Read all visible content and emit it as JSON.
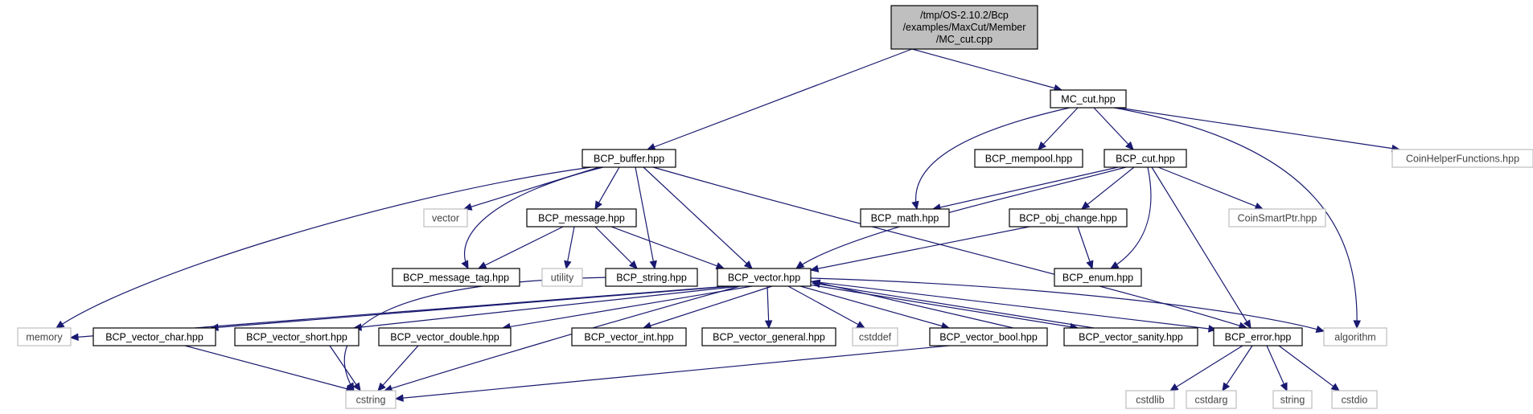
{
  "diagram": {
    "root_lines": [
      "/tmp/OS-2.10.2/Bcp",
      "/examples/MaxCut/Member",
      "/MC_cut.cpp"
    ],
    "nodes": {
      "mc_cut_hpp": "MC_cut.hpp",
      "bcp_buffer": "BCP_buffer.hpp",
      "bcp_mempool": "BCP_mempool.hpp",
      "bcp_cut": "BCP_cut.hpp",
      "coinhelper": "CoinHelperFunctions.hpp",
      "vector": "vector",
      "bcp_message": "BCP_message.hpp",
      "bcp_math": "BCP_math.hpp",
      "bcp_obj_change": "BCP_obj_change.hpp",
      "coinsmartptr": "CoinSmartPtr.hpp",
      "bcp_message_tag": "BCP_message_tag.hpp",
      "utility": "utility",
      "bcp_string": "BCP_string.hpp",
      "bcp_vector": "BCP_vector.hpp",
      "bcp_enum": "BCP_enum.hpp",
      "memory": "memory",
      "bcp_vector_char": "BCP_vector_char.hpp",
      "bcp_vector_short": "BCP_vector_short.hpp",
      "bcp_vector_double": "BCP_vector_double.hpp",
      "bcp_vector_int": "BCP_vector_int.hpp",
      "bcp_vector_general": "BCP_vector_general.hpp",
      "cstddef": "cstddef",
      "bcp_vector_bool": "BCP_vector_bool.hpp",
      "bcp_vector_sanity": "BCP_vector_sanity.hpp",
      "bcp_error": "BCP_error.hpp",
      "algorithm": "algorithm",
      "cstring": "cstring",
      "cstdlib": "cstdlib",
      "cstdarg": "cstdarg",
      "string": "string",
      "cstdio": "cstdio"
    },
    "colors": {
      "edge": "#191970",
      "root_fill": "#bfbfbf",
      "system_border": "#bfbfbf",
      "node_border": "#000000"
    }
  }
}
